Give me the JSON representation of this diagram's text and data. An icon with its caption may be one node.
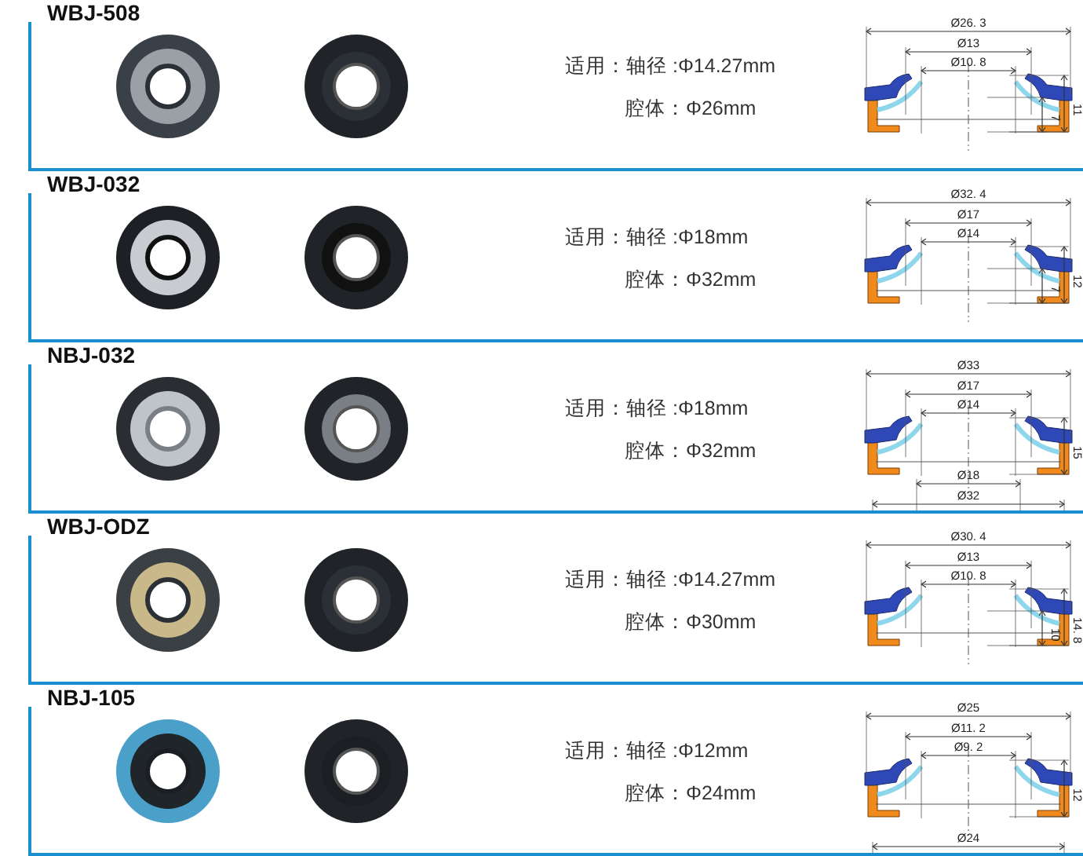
{
  "diagram": {
    "nodes": [
      {
        "text": [
          "WBJ-508",
          "适用：轴径 :Φ14.27mm",
          "腔体：Φ26mm"
        ]
      },
      {
        "text": [
          "WBJ-032",
          "适用：轴径 :Φ18mm",
          "腔体：Φ32mm"
        ]
      },
      {
        "text": [
          "NBJ-032",
          "适用：轴径 :Φ18mm",
          "腔体：Φ32mm"
        ]
      },
      {
        "text": [
          "WBJ-ODZ",
          "适用：轴径 :Φ14.27mm",
          "腔体：Φ30mm"
        ]
      },
      {
        "text": [
          "NBJ-105",
          "适用：轴径 :Φ12mm",
          "腔体：Φ24mm"
        ]
      }
    ],
    "labels": [
      "Ø26. 3",
      "Ø13",
      "Ø10. 8",
      "11",
      "7",
      "Ø32. 4",
      "Ø17",
      "Ø14",
      "12",
      "7",
      "Ø33",
      "Ø17",
      "Ø14",
      "15",
      "Ø18",
      "Ø32",
      "Ø30. 4",
      "Ø13",
      "Ø10. 8",
      "14. 8",
      "10",
      "Ø25",
      "Ø11. 2",
      "Ø9. 2",
      "12",
      "Ø24"
    ]
  }
}
